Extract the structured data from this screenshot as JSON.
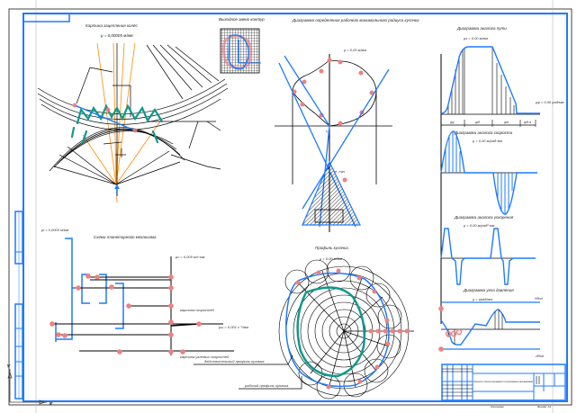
{
  "drawing": {
    "kind": "cam mechanism synthesis drawing sheet",
    "colors": {
      "frame": "#1E7BFF",
      "outline": "#000000",
      "construction_orange": "#FF8A00",
      "practical_profile": "#1E7BFF",
      "theoretical_profile": "#0E9A8A",
      "point_marker": "#F08080",
      "hatch": "#000000"
    }
  },
  "views": {
    "gear_plan": {
      "title": "Картина зацепления колёс",
      "scale": "μ = 0,00005 м/мм"
    },
    "contour_inset": {
      "title": "Выходное звено контур"
    },
    "cam_angle_diagram": {
      "title": "Диаграмма определения рабочего минимального радиуса кулачка",
      "scale": "μ = 0,00 м/мм",
      "label_r0": "r₀",
      "label_min": "e_min"
    },
    "displacement_diagram": {
      "title": "Диаграмма аналога пути",
      "scale": "μs = 0,00 м/мм",
      "x_scale": "μφ = 0,00 рад/мм",
      "y_axis": "S",
      "x_axis": "φ",
      "phase_labels": [
        "φу",
        "φд",
        "φв",
        "φб.в"
      ]
    },
    "velocity_diagram": {
      "title": "Диаграмма аналога скорости",
      "scale": "μ = 0,00 м/рад·мм",
      "y_axis": "dS/dφ",
      "x_axis": "φ"
    },
    "acceleration_diagram": {
      "title": "Диаграмма аналога ускорения",
      "scale": "μ = 0,00 м/рад²·мм",
      "y_axis": "d²S/dφ²",
      "x_axis": "φ"
    },
    "pressure_angle_diagram": {
      "title": "Диаграмма угла давления",
      "scale": "μ = град/мм",
      "x_axis": "φ",
      "upper_label": "ϑдоп",
      "lower_label": "-ϑдоп"
    },
    "planetary_scheme": {
      "title": "Схема планетарного механизма",
      "scale": "μl = 0,0005 м/мм",
      "speed_scale": "μv = 0,005 м/с·мм",
      "annotations": [
        "картина скоростей",
        "картина угловых скоростей",
        "μω = 0,001 с⁻¹/мм"
      ]
    },
    "cam_profile": {
      "title": "Профиль кулачка",
      "scale": "μ = 0,00 м/мм",
      "callouts": [
        "действительный профиль кулачка",
        "рабочий профиль кулачка"
      ]
    }
  },
  "title_block": {
    "document_title": "Анализ и синтез рычажного и кулачкового механизмов",
    "columns": [
      "Изм.",
      "Лист",
      "№ докум.",
      "Подп.",
      "Дата"
    ],
    "rows": [
      "Разраб.",
      "Пров.",
      "Т.контр.",
      "Н.контр.",
      "Утв."
    ],
    "sheet_fields": [
      "Лит.",
      "Масса",
      "Масштаб"
    ],
    "sheet_info": [
      "Лист",
      "Листов 1"
    ],
    "footer_left": "Копировал",
    "footer_right": "Формат А1"
  }
}
